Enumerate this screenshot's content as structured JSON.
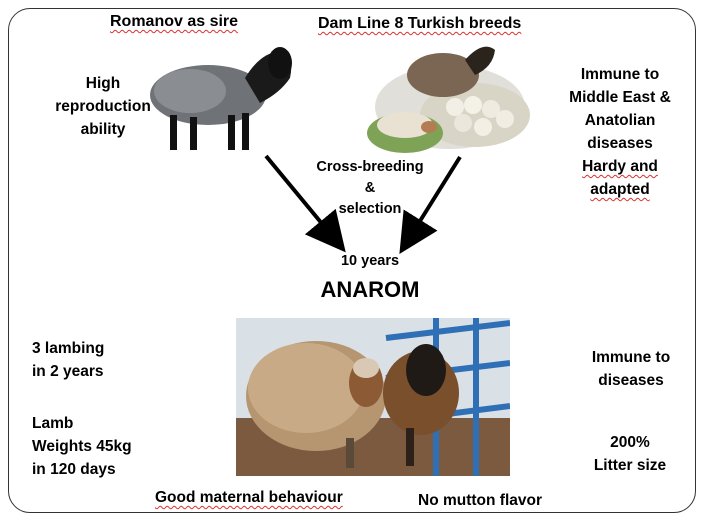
{
  "top": {
    "sire_label": "Romanov as sire",
    "dam_label": "Dam Line 8 Turkish breeds",
    "left_traits": [
      "High",
      "reproduction",
      "ability"
    ],
    "right_traits": [
      "Immune to",
      "Middle East &",
      "Anatolian",
      "diseases",
      "Hardy and",
      "adapted"
    ]
  },
  "center": {
    "process": [
      "Cross-breeding",
      "&",
      "selection"
    ],
    "duration": "10 years",
    "result_title": "ANAROM"
  },
  "bottom": {
    "lambing": [
      "3 lambing",
      "in 2 years"
    ],
    "lamb_weight": [
      "Lamb",
      "Weights 45kg",
      "in 120 days"
    ],
    "maternal": "Good maternal behaviour",
    "mutton": "No mutton flavor",
    "immune": [
      "Immune to",
      "diseases"
    ],
    "litter": [
      "200%",
      "Litter size"
    ]
  },
  "colors": {
    "border": "#333333",
    "spellcheck": "#d6322f",
    "arrow": "#000000"
  }
}
